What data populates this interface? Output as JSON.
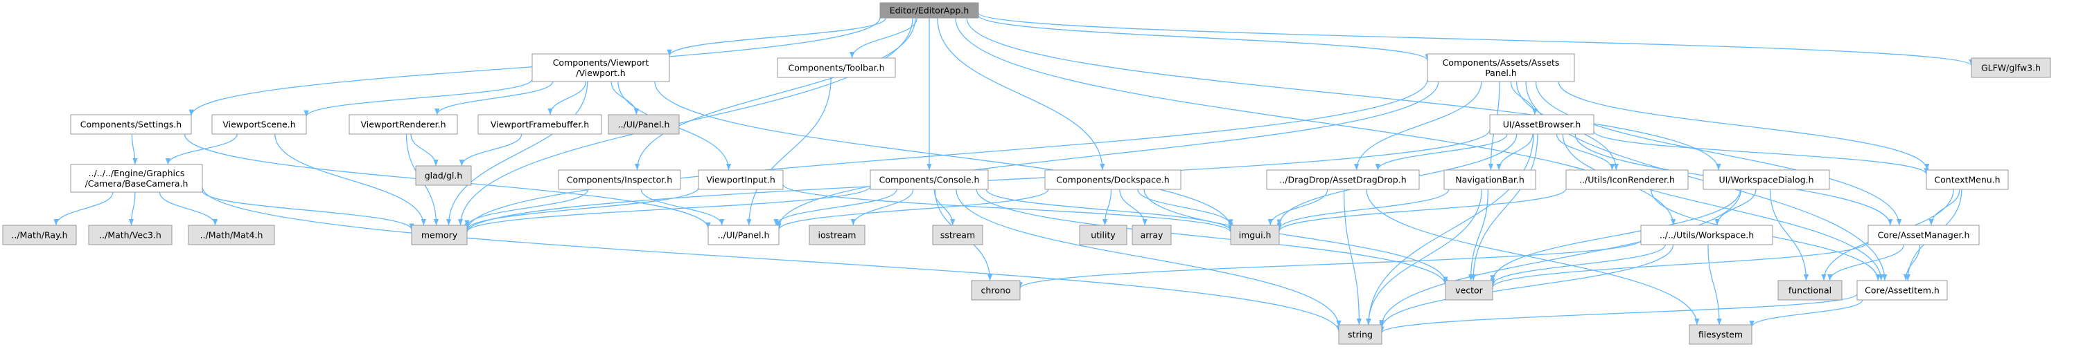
{
  "colors": {
    "root_fill": "#999999",
    "node_fill": "#ffffff",
    "external_fill": "#e0e0e0",
    "border": "#999999",
    "edge": "#63b8ff"
  },
  "nodes": [
    {
      "id": "root",
      "kind": "root",
      "lines": [
        "Editor/EditorApp.h"
      ]
    },
    {
      "id": "viewport",
      "kind": "node",
      "lines": [
        "Components/Viewport",
        "/Viewport.h"
      ]
    },
    {
      "id": "toolbar",
      "kind": "node",
      "lines": [
        "Components/Toolbar.h"
      ]
    },
    {
      "id": "assetspanel",
      "kind": "node",
      "lines": [
        "Components/Assets/Assets",
        "Panel.h"
      ]
    },
    {
      "id": "glfw",
      "kind": "ext",
      "lines": [
        "GLFW/glfw3.h"
      ]
    },
    {
      "id": "settings",
      "kind": "node",
      "lines": [
        "Components/Settings.h"
      ]
    },
    {
      "id": "viewportscene",
      "kind": "node",
      "lines": [
        "ViewportScene.h"
      ]
    },
    {
      "id": "viewportrenderer",
      "kind": "node",
      "lines": [
        "ViewportRenderer.h"
      ]
    },
    {
      "id": "viewportframebuffer",
      "kind": "node",
      "lines": [
        "ViewportFramebuffer.h"
      ]
    },
    {
      "id": "uipanel_grey",
      "kind": "ext",
      "lines": [
        "../UI/Panel.h"
      ]
    },
    {
      "id": "assetbrowser",
      "kind": "node",
      "lines": [
        "UI/AssetBrowser.h"
      ]
    },
    {
      "id": "basecamera",
      "kind": "node",
      "lines": [
        "../../../Engine/Graphics",
        "/Camera/BaseCamera.h"
      ]
    },
    {
      "id": "gladgl",
      "kind": "ext",
      "lines": [
        "glad/gl.h"
      ]
    },
    {
      "id": "inspector",
      "kind": "node",
      "lines": [
        "Components/Inspector.h"
      ]
    },
    {
      "id": "viewportinput",
      "kind": "node",
      "lines": [
        "ViewportInput.h"
      ]
    },
    {
      "id": "console",
      "kind": "node",
      "lines": [
        "Components/Console.h"
      ]
    },
    {
      "id": "dockspace",
      "kind": "node",
      "lines": [
        "Components/Dockspace.h"
      ]
    },
    {
      "id": "assetdragdrop",
      "kind": "node",
      "lines": [
        "../DragDrop/AssetDragDrop.h"
      ]
    },
    {
      "id": "navigationbar",
      "kind": "node",
      "lines": [
        "NavigationBar.h"
      ]
    },
    {
      "id": "iconrenderer",
      "kind": "node",
      "lines": [
        "../Utils/IconRenderer.h"
      ]
    },
    {
      "id": "workspacedialog",
      "kind": "node",
      "lines": [
        "UI/WorkspaceDialog.h"
      ]
    },
    {
      "id": "contextmenu",
      "kind": "node",
      "lines": [
        "ContextMenu.h"
      ]
    },
    {
      "id": "mathray",
      "kind": "ext",
      "lines": [
        "../Math/Ray.h"
      ]
    },
    {
      "id": "mathvec3",
      "kind": "ext",
      "lines": [
        "../Math/Vec3.h"
      ]
    },
    {
      "id": "mathmat4",
      "kind": "ext",
      "lines": [
        "../Math/Mat4.h"
      ]
    },
    {
      "id": "memory",
      "kind": "ext",
      "lines": [
        "memory"
      ]
    },
    {
      "id": "uipanel",
      "kind": "node",
      "lines": [
        "../UI/Panel.h"
      ]
    },
    {
      "id": "iostream",
      "kind": "ext",
      "lines": [
        "iostream"
      ]
    },
    {
      "id": "sstream",
      "kind": "ext",
      "lines": [
        "sstream"
      ]
    },
    {
      "id": "utility",
      "kind": "ext",
      "lines": [
        "utility"
      ]
    },
    {
      "id": "array",
      "kind": "ext",
      "lines": [
        "array"
      ]
    },
    {
      "id": "imgui",
      "kind": "ext",
      "lines": [
        "imgui.h"
      ]
    },
    {
      "id": "workspace",
      "kind": "node",
      "lines": [
        "../../Utils/Workspace.h"
      ]
    },
    {
      "id": "assetmanager",
      "kind": "node",
      "lines": [
        "Core/AssetManager.h"
      ]
    },
    {
      "id": "chrono",
      "kind": "ext",
      "lines": [
        "chrono"
      ]
    },
    {
      "id": "vector",
      "kind": "ext",
      "lines": [
        "vector"
      ]
    },
    {
      "id": "functional",
      "kind": "ext",
      "lines": [
        "functional"
      ]
    },
    {
      "id": "assetitem",
      "kind": "node",
      "lines": [
        "Core/AssetItem.h"
      ]
    },
    {
      "id": "string",
      "kind": "ext",
      "lines": [
        "string"
      ]
    },
    {
      "id": "filesystem",
      "kind": "ext",
      "lines": [
        "filesystem"
      ]
    }
  ],
  "edges": [
    [
      "root",
      "viewport"
    ],
    [
      "root",
      "toolbar"
    ],
    [
      "root",
      "assetspanel"
    ],
    [
      "root",
      "glfw"
    ],
    [
      "root",
      "settings"
    ],
    [
      "root",
      "memory"
    ],
    [
      "root",
      "inspector"
    ],
    [
      "root",
      "console"
    ],
    [
      "root",
      "dockspace"
    ],
    [
      "root",
      "workspacedialog"
    ],
    [
      "root",
      "workspace"
    ],
    [
      "viewport",
      "viewportscene"
    ],
    [
      "viewport",
      "viewportrenderer"
    ],
    [
      "viewport",
      "viewportframebuffer"
    ],
    [
      "viewport",
      "uipanel_grey"
    ],
    [
      "viewport",
      "viewportinput"
    ],
    [
      "viewport",
      "memory"
    ],
    [
      "viewport",
      "imgui"
    ],
    [
      "toolbar",
      "uipanel"
    ],
    [
      "assetspanel",
      "assetbrowser"
    ],
    [
      "assetspanel",
      "uipanel"
    ],
    [
      "assetspanel",
      "memory"
    ],
    [
      "assetspanel",
      "navigationbar"
    ],
    [
      "assetspanel",
      "assetdragdrop"
    ],
    [
      "assetspanel",
      "iconrenderer"
    ],
    [
      "assetspanel",
      "contextmenu"
    ],
    [
      "assetspanel",
      "assetmanager"
    ],
    [
      "assetspanel",
      "assetitem"
    ],
    [
      "settings",
      "basecamera"
    ],
    [
      "settings",
      "uipanel"
    ],
    [
      "viewportscene",
      "basecamera"
    ],
    [
      "viewportscene",
      "memory"
    ],
    [
      "viewportrenderer",
      "gladgl"
    ],
    [
      "viewportrenderer",
      "memory"
    ],
    [
      "viewportframebuffer",
      "gladgl"
    ],
    [
      "basecamera",
      "mathray"
    ],
    [
      "basecamera",
      "mathvec3"
    ],
    [
      "basecamera",
      "mathmat4"
    ],
    [
      "basecamera",
      "memory"
    ],
    [
      "basecamera",
      "string"
    ],
    [
      "inspector",
      "uipanel"
    ],
    [
      "inspector",
      "memory"
    ],
    [
      "viewportinput",
      "memory"
    ],
    [
      "viewportinput",
      "imgui"
    ],
    [
      "console",
      "uipanel"
    ],
    [
      "console",
      "iostream"
    ],
    [
      "console",
      "sstream"
    ],
    [
      "console",
      "chrono"
    ],
    [
      "console",
      "memory"
    ],
    [
      "console",
      "vector"
    ],
    [
      "console",
      "string"
    ],
    [
      "console",
      "imgui"
    ],
    [
      "dockspace",
      "utility"
    ],
    [
      "dockspace",
      "array"
    ],
    [
      "dockspace",
      "imgui"
    ],
    [
      "dockspace",
      "vector"
    ],
    [
      "dockspace",
      "uipanel"
    ],
    [
      "assetbrowser",
      "assetdragdrop"
    ],
    [
      "assetbrowser",
      "navigationbar"
    ],
    [
      "assetbrowser",
      "iconrenderer"
    ],
    [
      "assetbrowser",
      "contextmenu"
    ],
    [
      "assetbrowser",
      "assetmanager"
    ],
    [
      "assetbrowser",
      "assetitem"
    ],
    [
      "assetbrowser",
      "memory"
    ],
    [
      "assetbrowser",
      "string"
    ],
    [
      "assetbrowser",
      "vector"
    ],
    [
      "assetbrowser",
      "imgui"
    ],
    [
      "assetdragdrop",
      "imgui"
    ],
    [
      "assetdragdrop",
      "string"
    ],
    [
      "assetdragdrop",
      "filesystem"
    ],
    [
      "navigationbar",
      "imgui"
    ],
    [
      "navigationbar",
      "vector"
    ],
    [
      "navigationbar",
      "string"
    ],
    [
      "iconrenderer",
      "imgui"
    ],
    [
      "iconrenderer",
      "assetitem"
    ],
    [
      "workspacedialog",
      "workspace"
    ],
    [
      "workspacedialog",
      "vector"
    ],
    [
      "workspacedialog",
      "string"
    ],
    [
      "workspacedialog",
      "functional"
    ],
    [
      "contextmenu",
      "assetmanager"
    ],
    [
      "contextmenu",
      "assetitem"
    ],
    [
      "contextmenu",
      "functional"
    ],
    [
      "workspace",
      "vector"
    ],
    [
      "workspace",
      "string"
    ],
    [
      "workspace",
      "filesystem"
    ],
    [
      "workspace",
      "chrono"
    ],
    [
      "assetmanager",
      "assetitem"
    ],
    [
      "assetmanager",
      "vector"
    ],
    [
      "assetmanager",
      "functional"
    ],
    [
      "assetitem",
      "string"
    ],
    [
      "assetitem",
      "filesystem"
    ]
  ]
}
